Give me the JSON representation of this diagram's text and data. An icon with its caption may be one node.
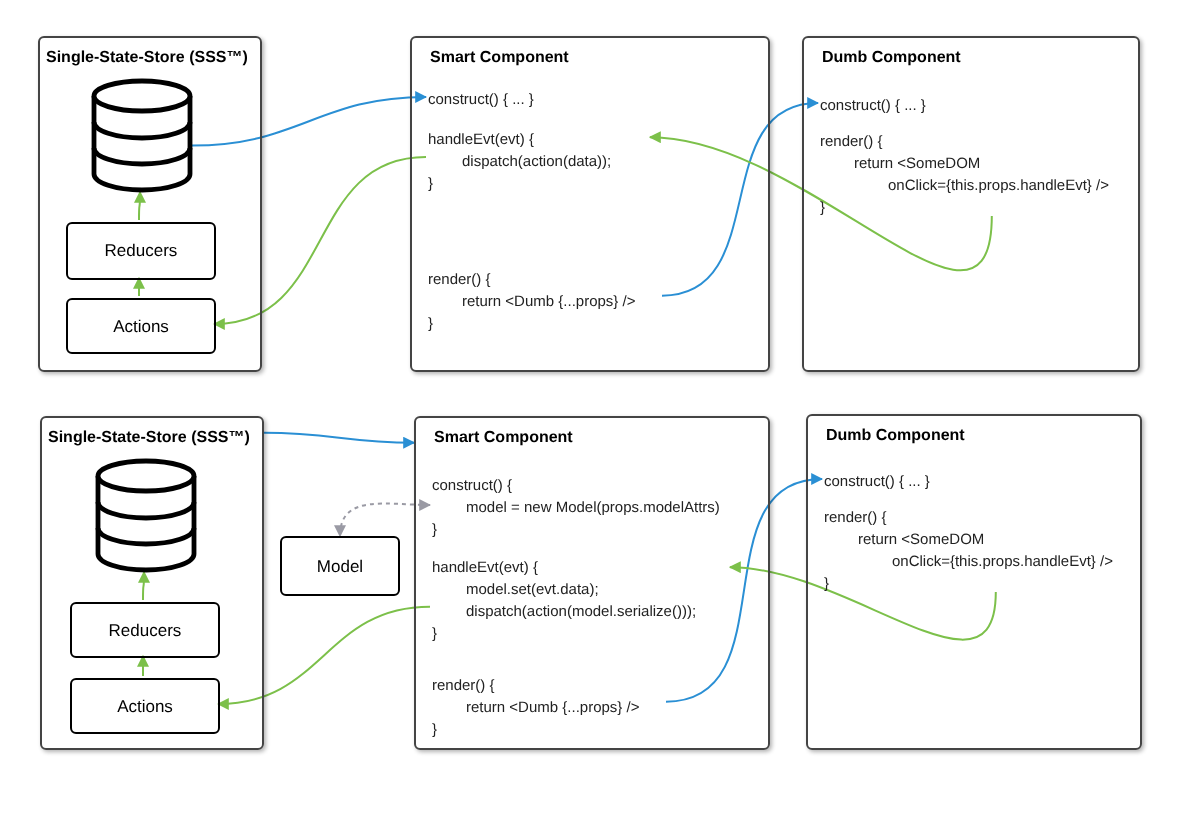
{
  "diagram": {
    "nodes": [
      {
        "text": [
          "Single-State-Store (SSS™)"
        ]
      },
      {
        "text": [],
        "shape": "cylinder",
        "in": 0
      },
      {
        "text": [
          "Reducers"
        ],
        "in": 0
      },
      {
        "text": [
          "Actions"
        ],
        "in": 0
      },
      {
        "text": [
          "Smart Component"
        ]
      },
      {
        "text": [
          "construct() { ... }"
        ],
        "in": 4
      },
      {
        "text": [
          "handleEvt(evt) {",
          "dispatch(action(data));",
          "}"
        ],
        "in": 4
      },
      {
        "text": [
          "render() {",
          "return <Dumb {...props} />",
          "}"
        ],
        "in": 4
      },
      {
        "text": [
          "Dumb Component"
        ]
      },
      {
        "text": [
          "construct() { ... }"
        ],
        "in": 8
      },
      {
        "text": [
          "render() {",
          "return <SomeDOM",
          "onClick={this.props.handleEvt} />",
          "}"
        ],
        "in": 8
      },
      {
        "text": [
          "Single-State-Store (SSS™)"
        ]
      },
      {
        "text": [],
        "shape": "cylinder",
        "in": 11
      },
      {
        "text": [
          "Reducers"
        ],
        "in": 11
      },
      {
        "text": [
          "Actions"
        ],
        "in": 11
      },
      {
        "text": [
          "Model"
        ]
      },
      {
        "text": [
          "Smart Component"
        ]
      },
      {
        "text": [
          "construct() {",
          "model = new Model(props.modelAttrs)",
          "}"
        ],
        "in": 16
      },
      {
        "text": [
          "handleEvt(evt) {",
          "model.set(evt.data);",
          "dispatch(action(model.serialize()));",
          "}"
        ],
        "in": 16
      },
      {
        "text": [
          "render() {",
          "return <Dumb {...props} />",
          "}"
        ],
        "in": 16
      },
      {
        "text": [
          "Dumb Component"
        ]
      },
      {
        "text": [
          "construct() { ... }"
        ],
        "in": 20
      },
      {
        "text": [
          "render() {",
          "return <SomeDOM",
          "onClick={this.props.handleEvt} />",
          "}"
        ],
        "in": 20
      }
    ],
    "edges": [
      {
        "from": 2,
        "to": 1,
        "arrow": "to"
      },
      {
        "from": 3,
        "to": 2,
        "arrow": "to"
      },
      {
        "from": 1,
        "to": 5,
        "arrow": "to",
        "color": "#2a8fd4"
      },
      {
        "from": 6,
        "to": 3,
        "arrow": "to"
      },
      {
        "from": 7,
        "to": 9,
        "arrow": "to",
        "color": "#2a8fd4"
      },
      {
        "from": 10,
        "to": 6,
        "arrow": "to"
      },
      {
        "from": 13,
        "to": 12,
        "arrow": "to"
      },
      {
        "from": 14,
        "to": 13,
        "arrow": "to"
      },
      {
        "from": 11,
        "to": 16,
        "arrow": "to",
        "color": "#2a8fd4"
      },
      {
        "from": 17,
        "to": 15,
        "arrow": "both",
        "style": "dashed",
        "color": "#9a9aa4"
      },
      {
        "from": 18,
        "to": 14,
        "arrow": "to"
      },
      {
        "from": 19,
        "to": 21,
        "arrow": "to",
        "color": "#2a8fd4"
      },
      {
        "from": 22,
        "to": 18,
        "arrow": "to"
      }
    ]
  }
}
